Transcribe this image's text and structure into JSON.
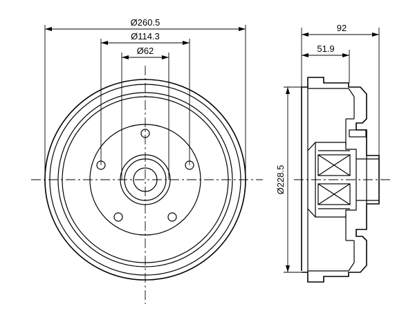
{
  "diagram": {
    "front_view": {
      "dim_outer_diameter": "Ø260.5",
      "dim_bolt_circle": "Ø114.3",
      "dim_center_bore": "Ø62",
      "bolt_hole_count": 5
    },
    "side_view": {
      "dim_total_height": "92",
      "dim_hub_height": "51.9",
      "dim_drum_inner_diameter": "Ø228.5"
    },
    "colors": {
      "line": "#000000",
      "background": "#ffffff"
    }
  }
}
